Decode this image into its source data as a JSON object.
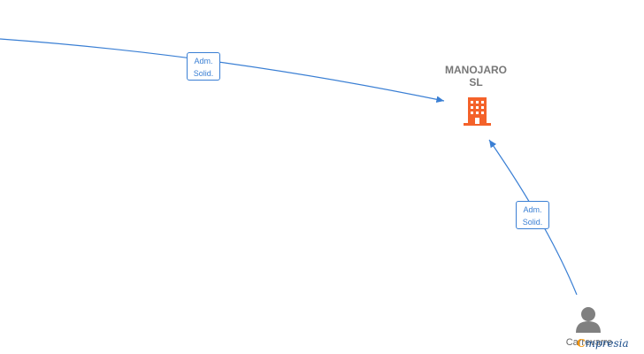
{
  "company": {
    "name_line1": "MANOJARO",
    "name_line2": "SL"
  },
  "edges": [
    {
      "role_line1": "Adm.",
      "role_line2": "Solid."
    },
    {
      "role_line1": "Adm.",
      "role_line2": "Solid."
    }
  ],
  "person": {
    "name": "Carrevarre"
  },
  "watermark": {
    "c": "C",
    "text": "mpresia"
  },
  "colors": {
    "edge": "#3a7fd4",
    "company_icon": "#f4622a",
    "person_icon": "#808080"
  },
  "icons": {
    "company": "building-icon",
    "person": "person-icon"
  }
}
